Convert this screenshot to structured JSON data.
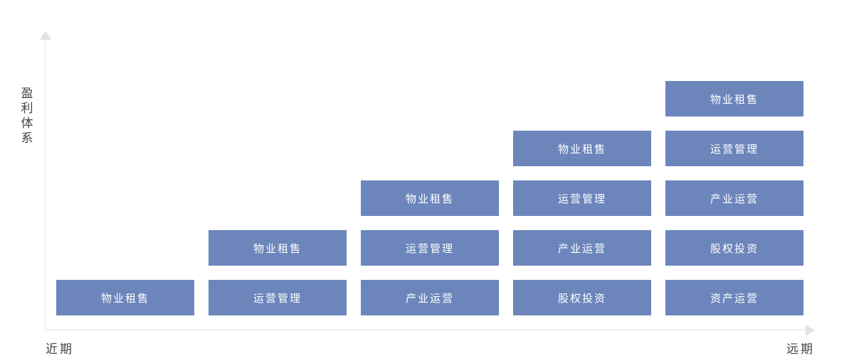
{
  "y_axis_label": "盈利体系",
  "x_axis_start": "近期",
  "x_axis_end": "远期",
  "box_color": "#6c86bc",
  "columns": [
    {
      "items": [
        "物业租售"
      ]
    },
    {
      "items": [
        "运营管理",
        "物业租售"
      ]
    },
    {
      "items": [
        "产业运营",
        "运营管理",
        "物业租售"
      ]
    },
    {
      "items": [
        "股权投资",
        "产业运营",
        "运营管理",
        "物业租售"
      ]
    },
    {
      "items": [
        "资产运营",
        "股权投资",
        "产业运营",
        "运营管理",
        "物业租售"
      ]
    }
  ]
}
